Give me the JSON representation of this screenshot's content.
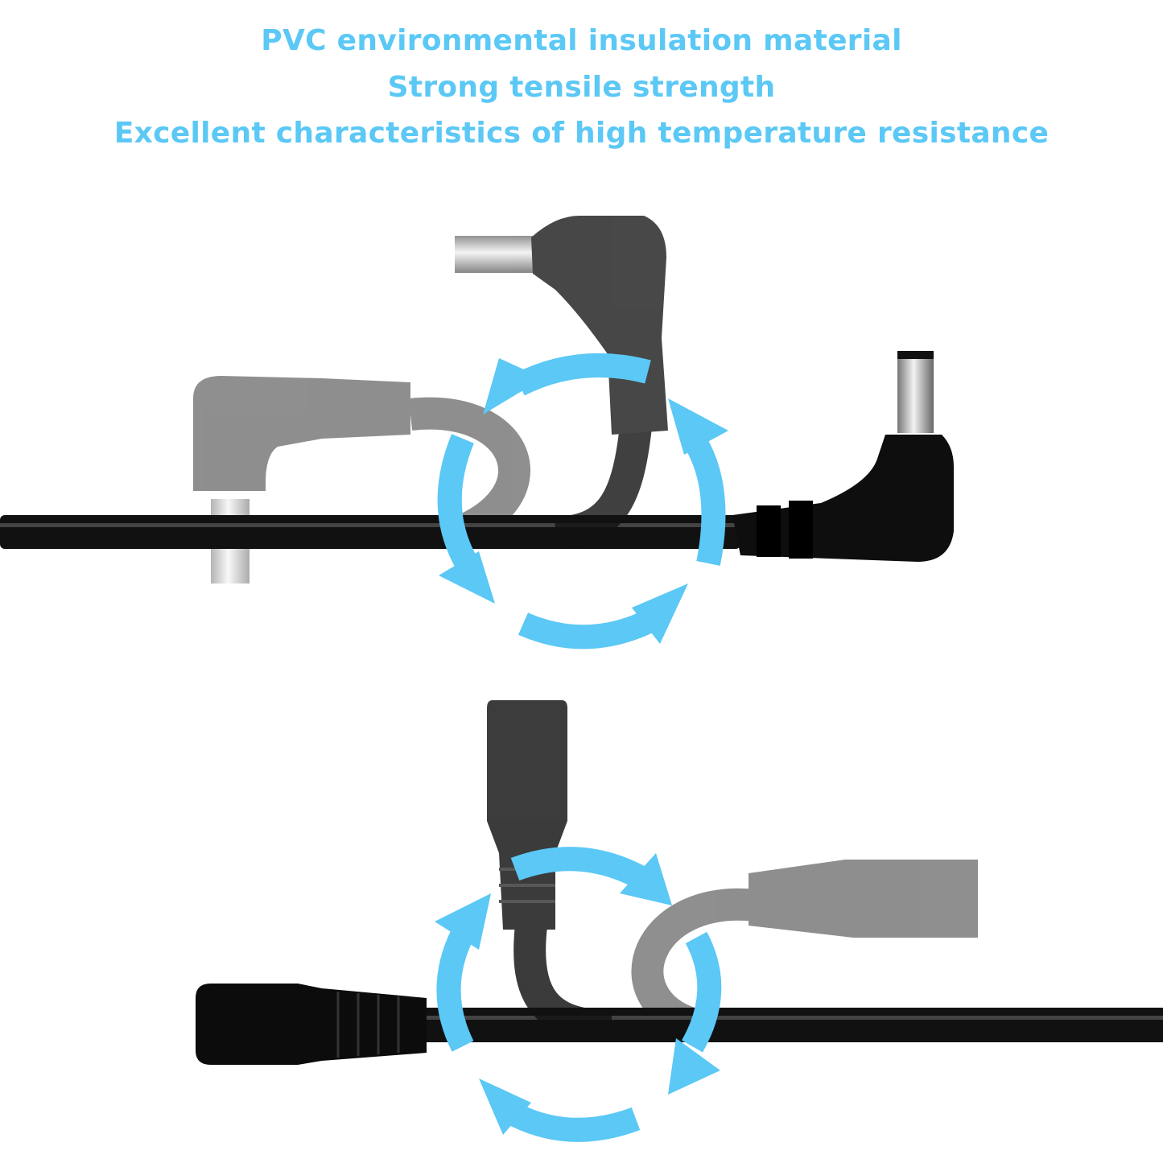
{
  "headlines": [
    "PVC environmental insulation material",
    "Strong tensile strength",
    "Excellent characteristics of high temperature resistance"
  ],
  "colors": {
    "accent": "#5BC8F5",
    "cable": "#111111",
    "ghost": "#8a8a8a"
  },
  "illustrations": {
    "top": "right-angle-dc-plug-cable-flex",
    "bottom": "female-dc-jack-cable-flex"
  }
}
